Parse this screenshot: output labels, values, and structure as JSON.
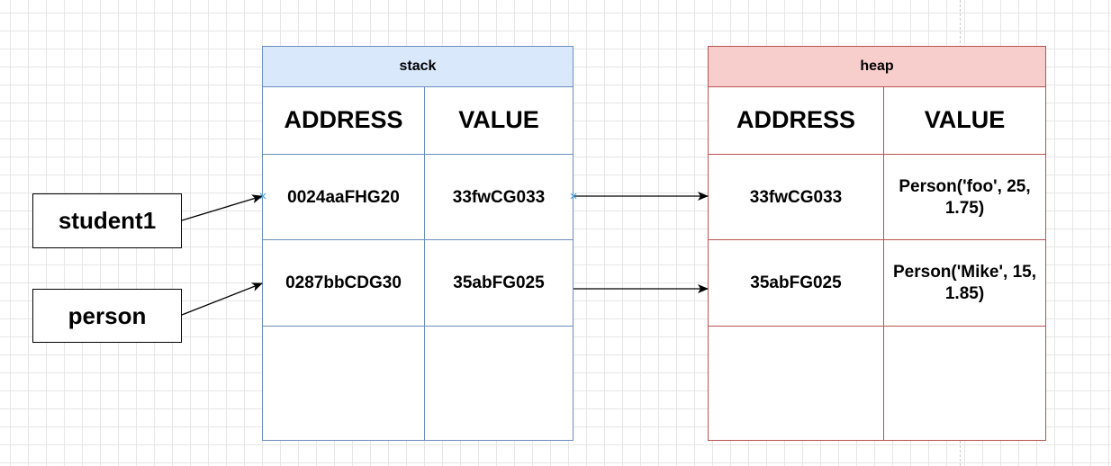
{
  "variables": {
    "student1": "student1",
    "person": "person"
  },
  "stack": {
    "title": "stack",
    "address_header": "ADDRESS",
    "value_header": "VALUE",
    "rows": [
      {
        "address": "0024aaFHG20",
        "value": "33fwCG033"
      },
      {
        "address": "0287bbCDG30",
        "value": "35abFG025"
      },
      {
        "address": "",
        "value": ""
      }
    ]
  },
  "heap": {
    "title": "heap",
    "address_header": "ADDRESS",
    "value_header": "VALUE",
    "rows": [
      {
        "address": "33fwCG033",
        "value": "Person('foo', 25, 1.75)"
      },
      {
        "address": "35abFG025",
        "value": "Person('Mike', 15, 1.85)"
      },
      {
        "address": "",
        "value": ""
      }
    ]
  },
  "colors": {
    "stack_border": "#6c8ebf",
    "stack_header_fill": "#dae8fc",
    "heap_border": "#b85450",
    "heap_header_fill": "#f8cecc",
    "connection_point": "#4aa3df"
  }
}
